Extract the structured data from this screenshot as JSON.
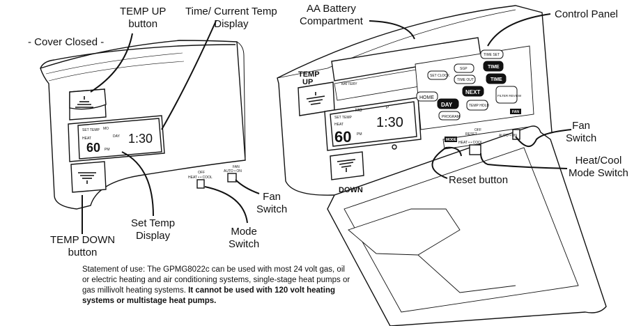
{
  "labels": {
    "cover_closed": "- Cover Closed -",
    "temp_up_button": "TEMP UP\nbutton",
    "time_current_temp": "Time/ Current Temp\nDisplay",
    "aa_battery": "AA Battery\nCompartment",
    "control_panel": "Control Panel",
    "fan_switch_right": "Fan\nSwitch",
    "heat_cool_mode_switch": "Heat/Cool\nMode Switch",
    "reset_button": "Reset button",
    "set_temp_display": "Set Temp\nDisplay",
    "temp_down_button": "TEMP DOWN\nbutton",
    "mode_switch": "Mode\nSwitch",
    "fan_switch_left": "Fan\nSwitch"
  },
  "statement": {
    "normal": "Statement of use:  The GPMG8022c can be used with most 24 volt gas, oil or electric heating and air conditioning systems, single-stage heat pumps or gas millivolt heating systems. ",
    "bold": "It cannot be used with 120 volt heating systems or multistage heat pumps."
  },
  "device_closed": {
    "lcd_set_temp": "60",
    "lcd_time": "1:30",
    "lcd_day": "DAY",
    "lcd_mode": "MO",
    "lcd_heat": "HEAT",
    "lcd_pm": "PM",
    "lcd_set_temp_tag": "SET TEMP",
    "switch_off": "OFF",
    "switch_heat_cool": "HEAT • • COOL",
    "switch_fan": "FAN",
    "switch_auto_on": "AUTO • ON"
  },
  "device_open": {
    "temp_up": "TEMP\nUP",
    "down": "DOWN",
    "battery": "BATTERY",
    "lcd_set_temp": "60",
    "lcd_time": "1:30",
    "lcd_mode": "MO",
    "lcd_p": "P",
    "lcd_heat": "HEAT",
    "lcd_pm": "PM",
    "lcd_set_temp_tag": "SET TEMP",
    "btn_set_clock": "SET CLOCK",
    "btn_sgp": "SGP",
    "btn_home": "HOME",
    "btn_day": "DAY",
    "btn_program": "PROGRAM",
    "btn_timeout": "TIME OUT",
    "btn_next": "NEXT",
    "btn_temp_hold": "TEMP HOLD",
    "btn_filter_review": "FILTER REVIEW",
    "btn_time_set": "TIME SET",
    "btn_time_up": "TIME",
    "btn_time_down": "TIME",
    "reset": "RESET",
    "mode_tag": "MODE",
    "switch_off": "OFF",
    "switch_heat_cool": "HEAT • • COOL",
    "fan_tag": "FAN",
    "switch_auto_on": "AUTO • ON"
  }
}
